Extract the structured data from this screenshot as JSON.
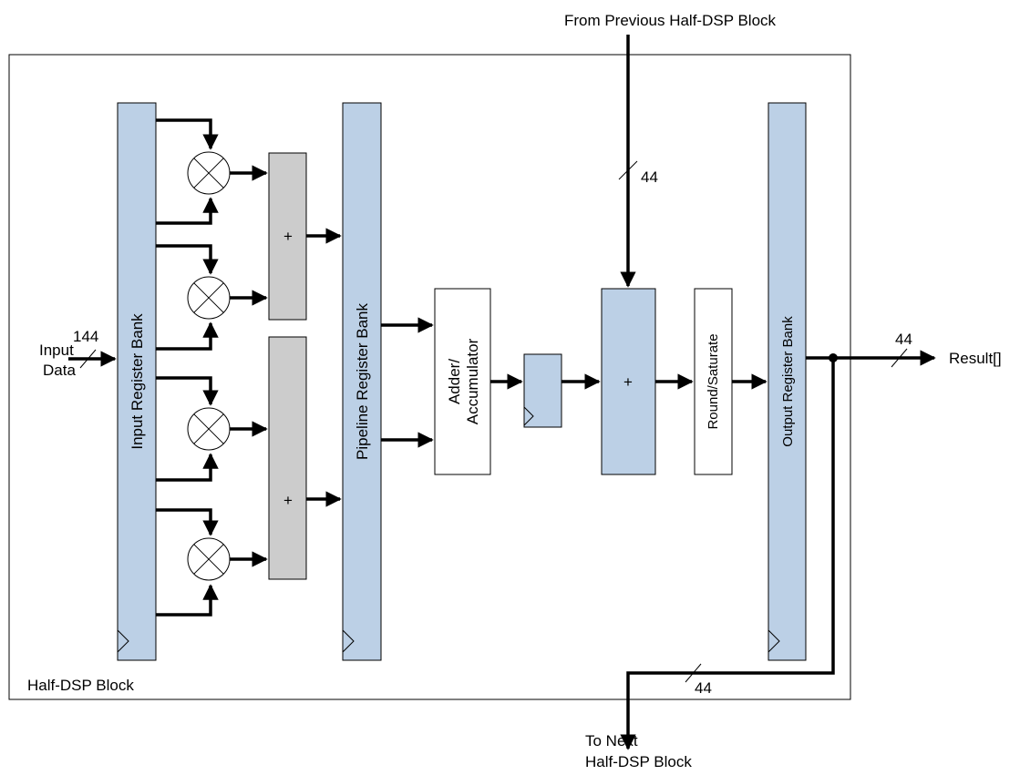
{
  "diagram": {
    "top_input_label": "From Previous Half-DSP Block",
    "bottom_output_label_line1": "To Next",
    "bottom_output_label_line2": "Half-DSP Block",
    "block_label": "Half-DSP Block",
    "input_label_line1": "Input",
    "input_label_line2": "Data",
    "result_label": "Result[]",
    "input_bus_width": "144",
    "chain_in_bus_width": "44",
    "result_bus_width": "44",
    "chain_out_bus_width": "44",
    "input_register_bank": "Input Register Bank",
    "pipeline_register_bank": "Pipeline Register Bank",
    "output_register_bank": "Output Register Bank",
    "adder_top_symbol": "+",
    "adder_bottom_symbol": "+",
    "adder_accumulator_line1": "Adder/",
    "adder_accumulator_line2": "Accumulator",
    "chain_adder_symbol": "+",
    "round_saturate": "Round/Saturate"
  }
}
